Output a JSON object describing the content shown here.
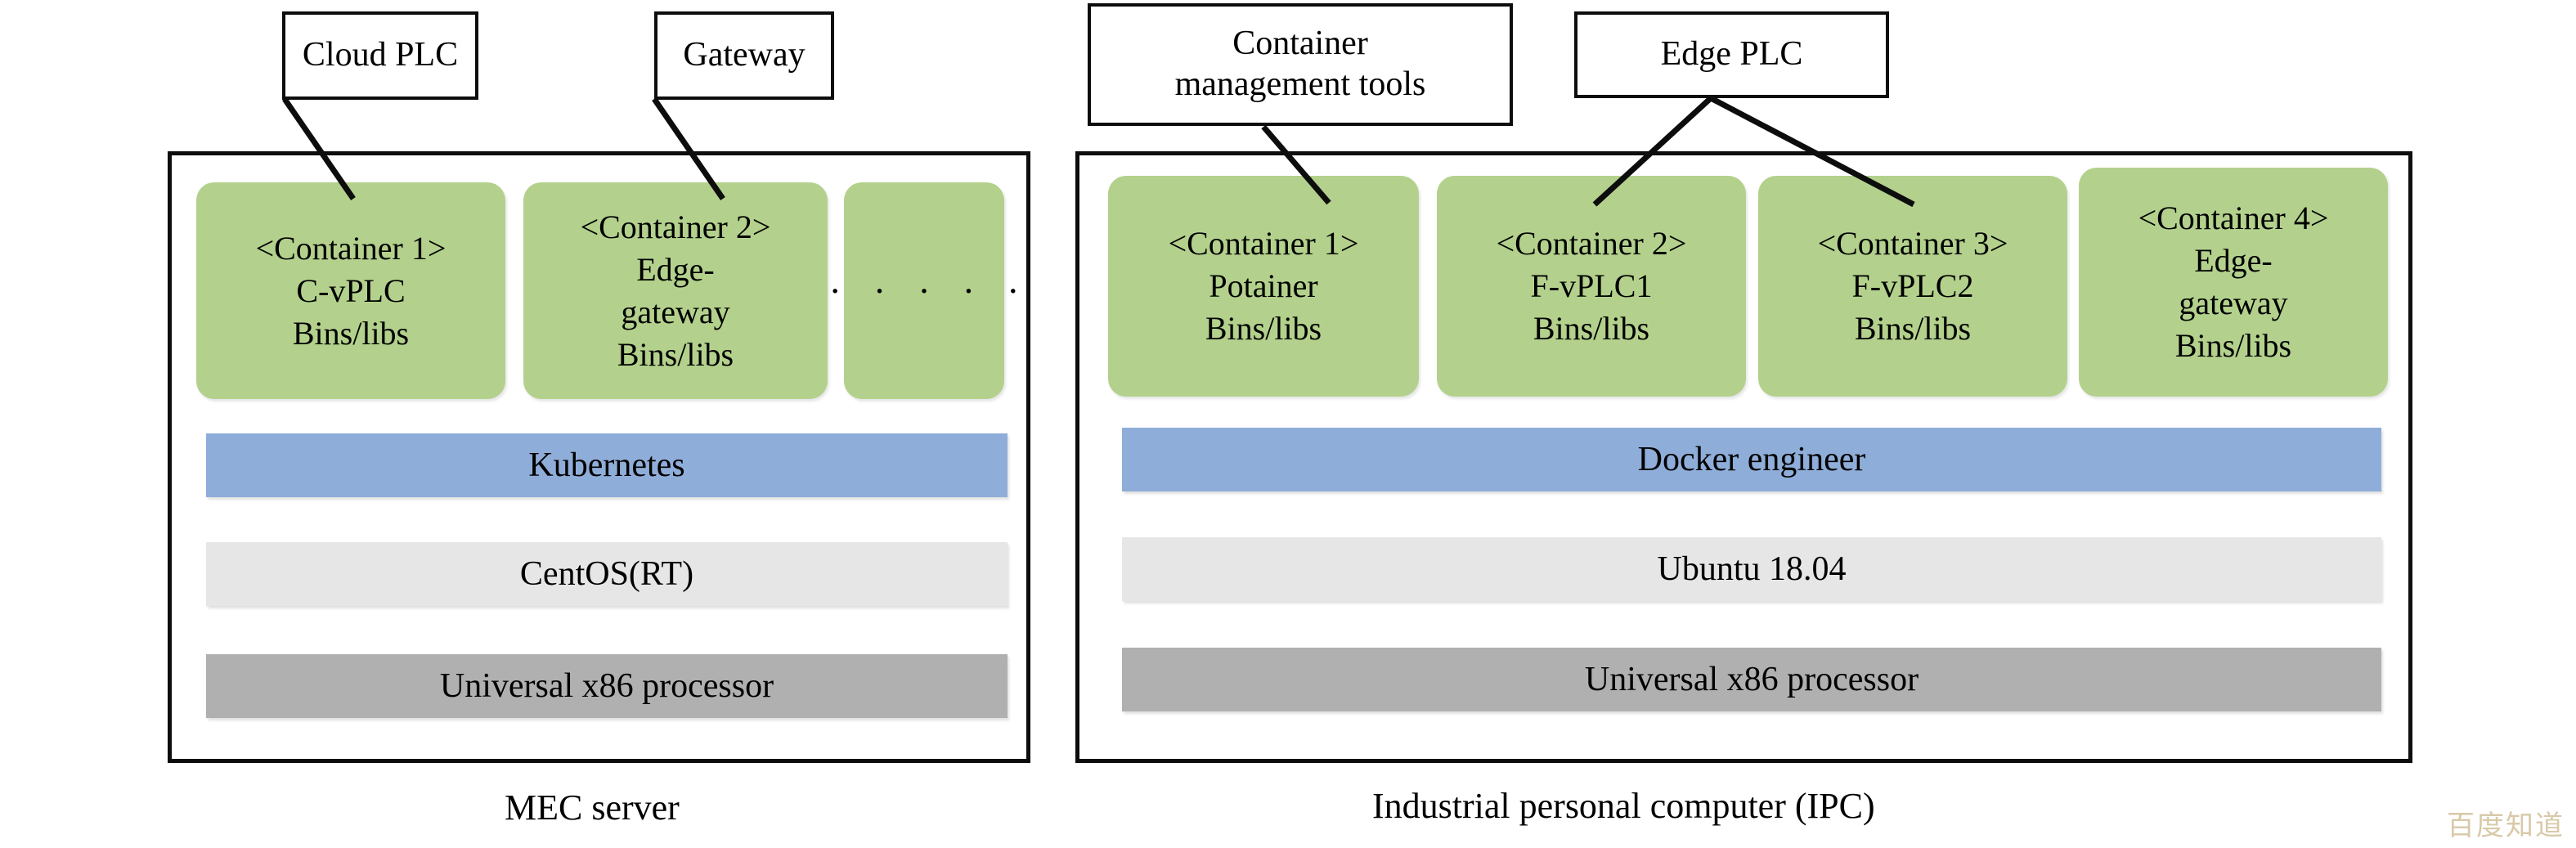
{
  "diagram": {
    "title_left_caption": "MEC server",
    "title_right_caption": "Industrial personal computer (IPC)",
    "colors": {
      "container_green": "#b3d18c",
      "orchestrator_blue": "#8fadd9",
      "os_gray": "#e6e6e6",
      "cpu_gray": "#b0b0b0",
      "outline_black": "#0d0d0d",
      "watermark": "#d8c9a8"
    }
  },
  "callouts": {
    "cloud_plc": "Cloud PLC",
    "gateway": "Gateway",
    "container_mgmt_tools_line1": "Container",
    "container_mgmt_tools_line2": "management tools",
    "edge_plc": "Edge PLC"
  },
  "left_panel": {
    "containers": [
      {
        "header": "<Container 1>",
        "line2": "C-vPLC",
        "line3": "Bins/libs"
      },
      {
        "header": "<Container 2>",
        "line2": "Edge-",
        "line3": "gateway",
        "line4": "Bins/libs"
      },
      {
        "header": "",
        "ellipsis": "· · · · ·"
      }
    ],
    "layers": [
      {
        "label": "Kubernetes",
        "kind": "orchestrator"
      },
      {
        "label": "CentOS(RT)",
        "kind": "os"
      },
      {
        "label": "Universal x86 processor",
        "kind": "cpu"
      }
    ]
  },
  "right_panel": {
    "containers": [
      {
        "header": "<Container 1>",
        "line2": "Potainer",
        "line3": "Bins/libs"
      },
      {
        "header": "<Container 2>",
        "line2": "F-vPLC1",
        "line3": "Bins/libs"
      },
      {
        "header": "<Container 3>",
        "line2": "F-vPLC2",
        "line3": "Bins/libs"
      },
      {
        "header": "<Container 4>",
        "line2": "Edge-",
        "line3": "gateway",
        "line4": "Bins/libs"
      }
    ],
    "layers": [
      {
        "label": "Docker engineer",
        "kind": "orchestrator"
      },
      {
        "label": "Ubuntu 18.04",
        "kind": "os"
      },
      {
        "label": "Universal x86 processor",
        "kind": "cpu"
      }
    ]
  },
  "watermark": {
    "text": "百度知道"
  }
}
